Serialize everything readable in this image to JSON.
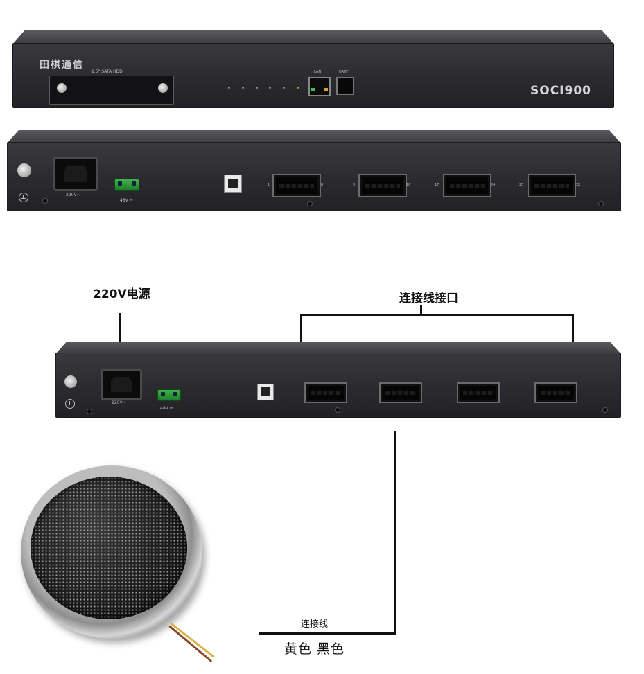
{
  "front_panel": {
    "brand_logo_text": "田棋通信",
    "hdd_label": "2.5\" SATA HDD",
    "model": "SOCI900",
    "lan_label": "LAN",
    "uart_label": "UART"
  },
  "rear_panel": {
    "power_label": "220V~",
    "dc_label": "48V ⎓",
    "ports": [
      {
        "start": "1",
        "end": "8"
      },
      {
        "start": "9",
        "end": "16"
      },
      {
        "start": "17",
        "end": "24"
      },
      {
        "start": "25",
        "end": "32"
      }
    ]
  },
  "diagram": {
    "power_callout": "220V电源",
    "connector_callout": "连接线接口",
    "wire_label": "连接线",
    "color_labels": "黄色 黑色"
  },
  "colors": {
    "chassis": "#2b2b2f",
    "terminal_green": "#2e9a3c",
    "callout_text": "#111111"
  }
}
